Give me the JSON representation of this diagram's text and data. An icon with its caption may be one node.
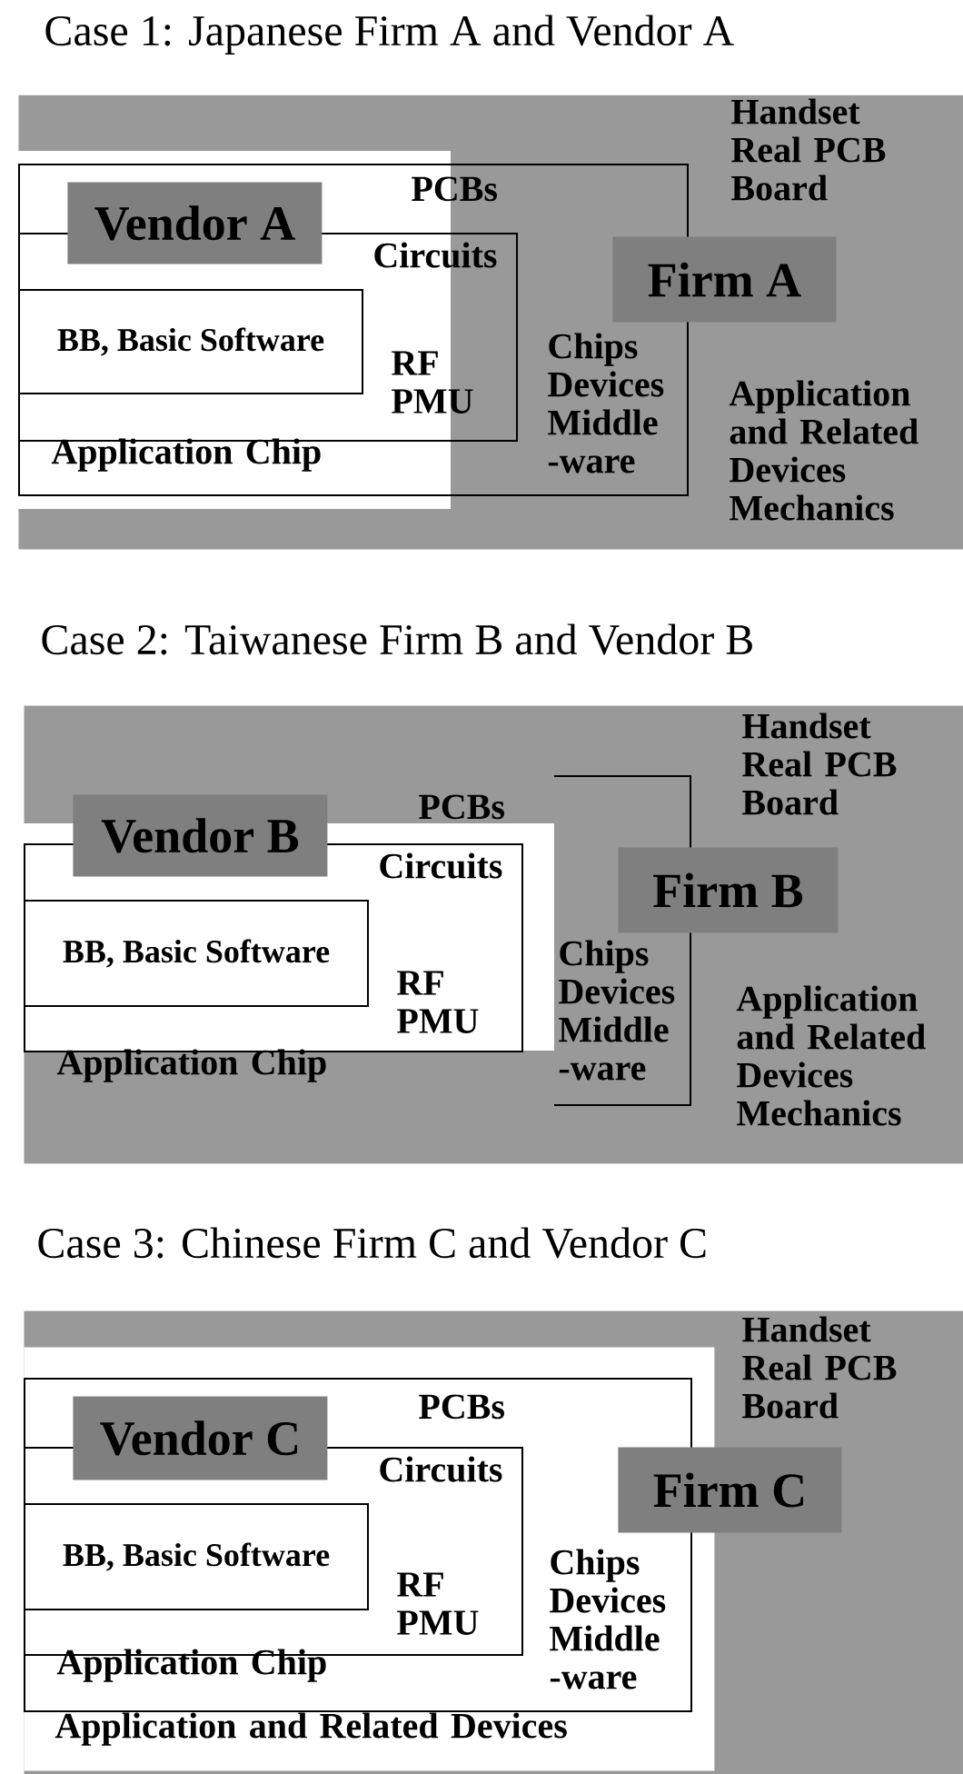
{
  "diagram": {
    "nodes": [
      {
        "text": [
          "Handset Real PCB Board",
          "Application and Related Devices Mechanics"
        ]
      },
      {
        "text": [
          "PCBs",
          "Application Chip",
          "Chips Devices Middle -ware"
        ],
        "in": 0
      },
      {
        "text": [
          "Circuits",
          "RF PMU"
        ],
        "in": 1
      },
      {
        "text": [
          "BB, Basic Software"
        ],
        "in": 2
      },
      {
        "text": [
          "Vendor A"
        ],
        "in": 1
      },
      {
        "text": [
          "Firm A"
        ],
        "in": 0
      },
      {
        "text": [
          "Handset Real PCB Board",
          "Application and Related Devices Mechanics"
        ]
      },
      {
        "text": [
          "PCBs",
          "Application Chip",
          "Chips Devices Middle -ware"
        ],
        "in": 6
      },
      {
        "text": [
          "Circuits",
          "RF PMU"
        ],
        "in": 7
      },
      {
        "text": [
          "BB, Basic Software"
        ],
        "in": 8
      },
      {
        "text": [
          "Vendor B"
        ],
        "in": 7
      },
      {
        "text": [
          "Firm B"
        ],
        "in": 6
      },
      {
        "text": [
          "Handset Real PCB Board"
        ]
      },
      {
        "text": [
          "Application and Related Devices"
        ],
        "in": 12
      },
      {
        "text": [
          "PCBs",
          "Application Chip",
          "Chips Devices Middle -ware"
        ],
        "in": 13
      },
      {
        "text": [
          "Circuits",
          "RF PMU"
        ],
        "in": 14
      },
      {
        "text": [
          "BB, Basic Software"
        ],
        "in": 15
      },
      {
        "text": [
          "Vendor C"
        ],
        "in": 14
      },
      {
        "text": [
          "Firm C"
        ],
        "in": 12
      }
    ],
    "labels": [
      "Case 1: Japanese Firm A and Vendor A",
      "Case 2: Taiwanese Firm B and Vendor B",
      "Case 3: Chinese Firm C and Vendor C"
    ]
  }
}
